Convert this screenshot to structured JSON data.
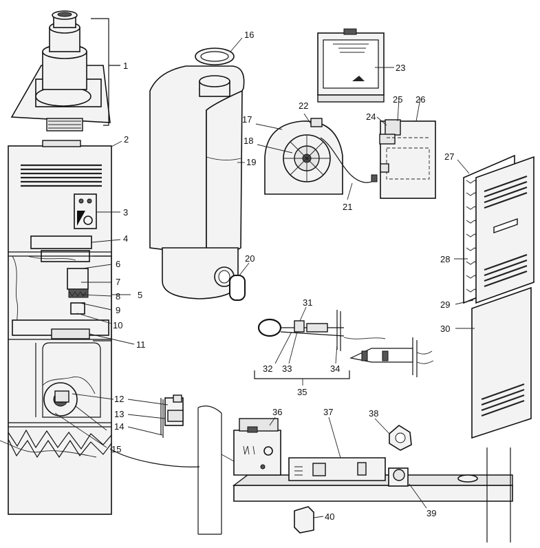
{
  "diagram": {
    "callouts": [
      {
        "id": "c1",
        "text": "1"
      },
      {
        "id": "c2",
        "text": "2"
      },
      {
        "id": "c3",
        "text": "3"
      },
      {
        "id": "c4",
        "text": "4"
      },
      {
        "id": "c5",
        "text": "5"
      },
      {
        "id": "c6",
        "text": "6"
      },
      {
        "id": "c7",
        "text": "7"
      },
      {
        "id": "c8",
        "text": "8"
      },
      {
        "id": "c9",
        "text": "9"
      },
      {
        "id": "c10",
        "text": "10"
      },
      {
        "id": "c11",
        "text": "11"
      },
      {
        "id": "c12",
        "text": "12"
      },
      {
        "id": "c13",
        "text": "13"
      },
      {
        "id": "c14",
        "text": "14"
      },
      {
        "id": "c15",
        "text": "15"
      },
      {
        "id": "c16",
        "text": "16"
      },
      {
        "id": "c17",
        "text": "17"
      },
      {
        "id": "c18",
        "text": "18"
      },
      {
        "id": "c19",
        "text": "19"
      },
      {
        "id": "c20",
        "text": "20"
      },
      {
        "id": "c21",
        "text": "21"
      },
      {
        "id": "c22",
        "text": "22"
      },
      {
        "id": "c23",
        "text": "23"
      },
      {
        "id": "c24",
        "text": "24"
      },
      {
        "id": "c25",
        "text": "25"
      },
      {
        "id": "c26",
        "text": "26"
      },
      {
        "id": "c27",
        "text": "27"
      },
      {
        "id": "c28",
        "text": "28"
      },
      {
        "id": "c29",
        "text": "29"
      },
      {
        "id": "c30",
        "text": "30"
      },
      {
        "id": "c31",
        "text": "31"
      },
      {
        "id": "c32",
        "text": "32"
      },
      {
        "id": "c33",
        "text": "33"
      },
      {
        "id": "c34",
        "text": "34"
      },
      {
        "id": "c35",
        "text": "35"
      },
      {
        "id": "c36",
        "text": "36"
      },
      {
        "id": "c37",
        "text": "37"
      },
      {
        "id": "c38",
        "text": "38"
      },
      {
        "id": "c39",
        "text": "39"
      },
      {
        "id": "c40",
        "text": "40"
      }
    ]
  }
}
